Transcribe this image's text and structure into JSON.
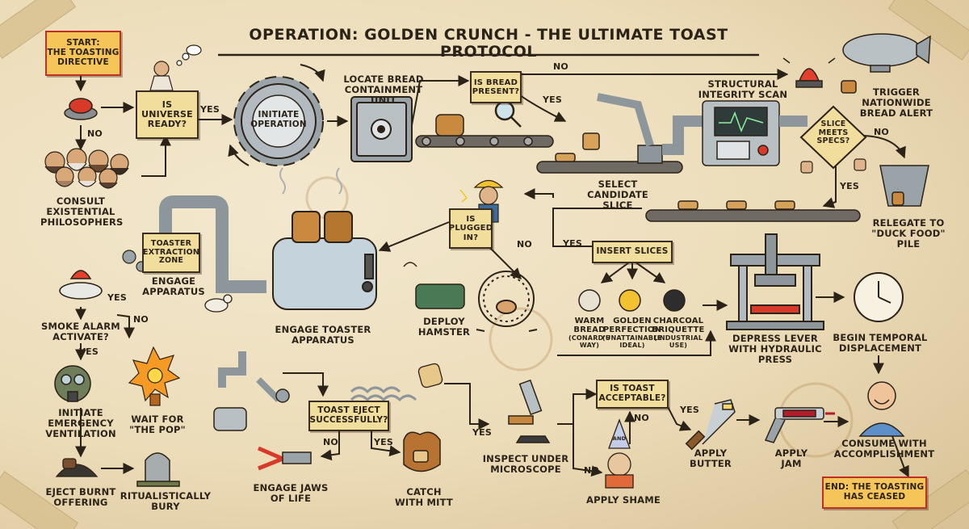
{
  "title": "OPERATION: GOLDEN CRUNCH - THE ULTIMATE TOAST PROTOCOL",
  "colors": {
    "paper": "#efe2c4",
    "ink": "#2b2218",
    "box_fill": "#f2de9c",
    "start_box": "#f6c55a",
    "red": "#d83a2a",
    "metal": "#9aa3a8"
  },
  "boxes": {
    "start": "START:\nTHE TOASTING\nDIRECTIVE",
    "universe": "IS\nUNIVERSE\nREADY?",
    "bread_present": "IS BREAD\nPRESENT?",
    "slice_specs": "SLICE\nMEETS\nSPECS?",
    "plugged": "IS\nPLUGGED\nIN?",
    "insert_slices": "INSERT SLICES",
    "toaster_zone": "TOASTER\nEXTRACTION\nZONE",
    "toast_eject": "TOAST EJECT\nSUCCESSFULLY?",
    "toast_acceptable": "IS TOAST\nACCEPTABLE?",
    "end": "END: THE TOASTING\nHAS CEASED"
  },
  "labels": {
    "initiate_operation": "INITIATE\nOPERATION",
    "locate_bread": "LOCATE BREAD\nCONTAINMENT UNIT",
    "structural_scan": "STRUCTURAL\nINTEGRITY SCAN",
    "trigger_alert": "TRIGGER\nNATIONWIDE\nBREAD ALERT",
    "consult_philosophers": "CONSULT\nEXISTENTIAL\nPHILOSOPHERS",
    "select_slice": "SELECT\nCANDIDATE\nSLICE",
    "relegate": "RELEGATE TO\n\"DUCK FOOD\"\nPILE",
    "engage_apparatus": "ENGAGE\nAPPARATUS",
    "engage_toaster": "ENGAGE TOASTER\nAPPARATUS",
    "deploy_hamster": "DEPLOY\nHAMSTER",
    "warm_bread": "WARM\nBREAD",
    "warm_bread_note": "(CONARD'S\nWAY)",
    "golden_perfection": "GOLDEN\nPERFECTION",
    "golden_note": "(UNATTAINABLE\nIDEAL)",
    "charcoal": "CHARCOAL\nBRIQUETTE",
    "charcoal_note": "(INDUSTRIAL\nUSE)",
    "depress_lever": "DEPRESS LEVER\nWITH HYDRAULIC\nPRESS",
    "temporal": "BEGIN TEMPORAL\nDISPLACEMENT",
    "smoke_alarm": "SMOKE ALARM\nACTIVATE?",
    "initiate_ventilation": "INITIATE\nEMERGENCY\nVENTILATION",
    "wait_pop": "WAIT FOR\n\"THE POP\"",
    "eject_burnt": "EJECT BURNT\nOFFERING",
    "ritual_bury": "RITUALISTICALLY\nBURY",
    "jaws_of_life": "ENGAGE JAWS\nOF LIFE",
    "catch_mitt": "CATCH\nWITH MITT",
    "inspect": "INSPECT UNDER\nMICROSCOPE",
    "apply_shame": "APPLY SHAME",
    "apply_butter": "APPLY\nBUTTER",
    "apply_jam": "APPLY\nJAM",
    "consume": "CONSUME WITH\nACCOMPLISHMENT",
    "hat_text": "AND"
  },
  "decisions": {
    "yes": "YES",
    "no": "NO"
  }
}
